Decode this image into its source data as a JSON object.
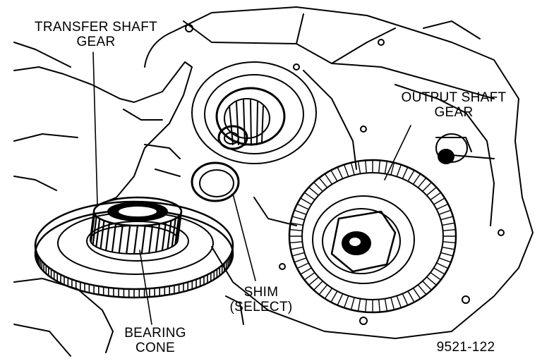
{
  "labels": {
    "transfer_shaft_gear": [
      "TRANSFER SHAFT",
      "GEAR"
    ],
    "output_shaft_gear": [
      "OUTPUT SHAFT",
      "GEAR"
    ],
    "shim": [
      "SHIM",
      "(SELECT)"
    ],
    "bearing_cone": [
      "BEARING",
      "CONE"
    ]
  },
  "figure_code": "9521-122",
  "colors": {
    "ink": "#000000",
    "paper": "#ffffff"
  }
}
